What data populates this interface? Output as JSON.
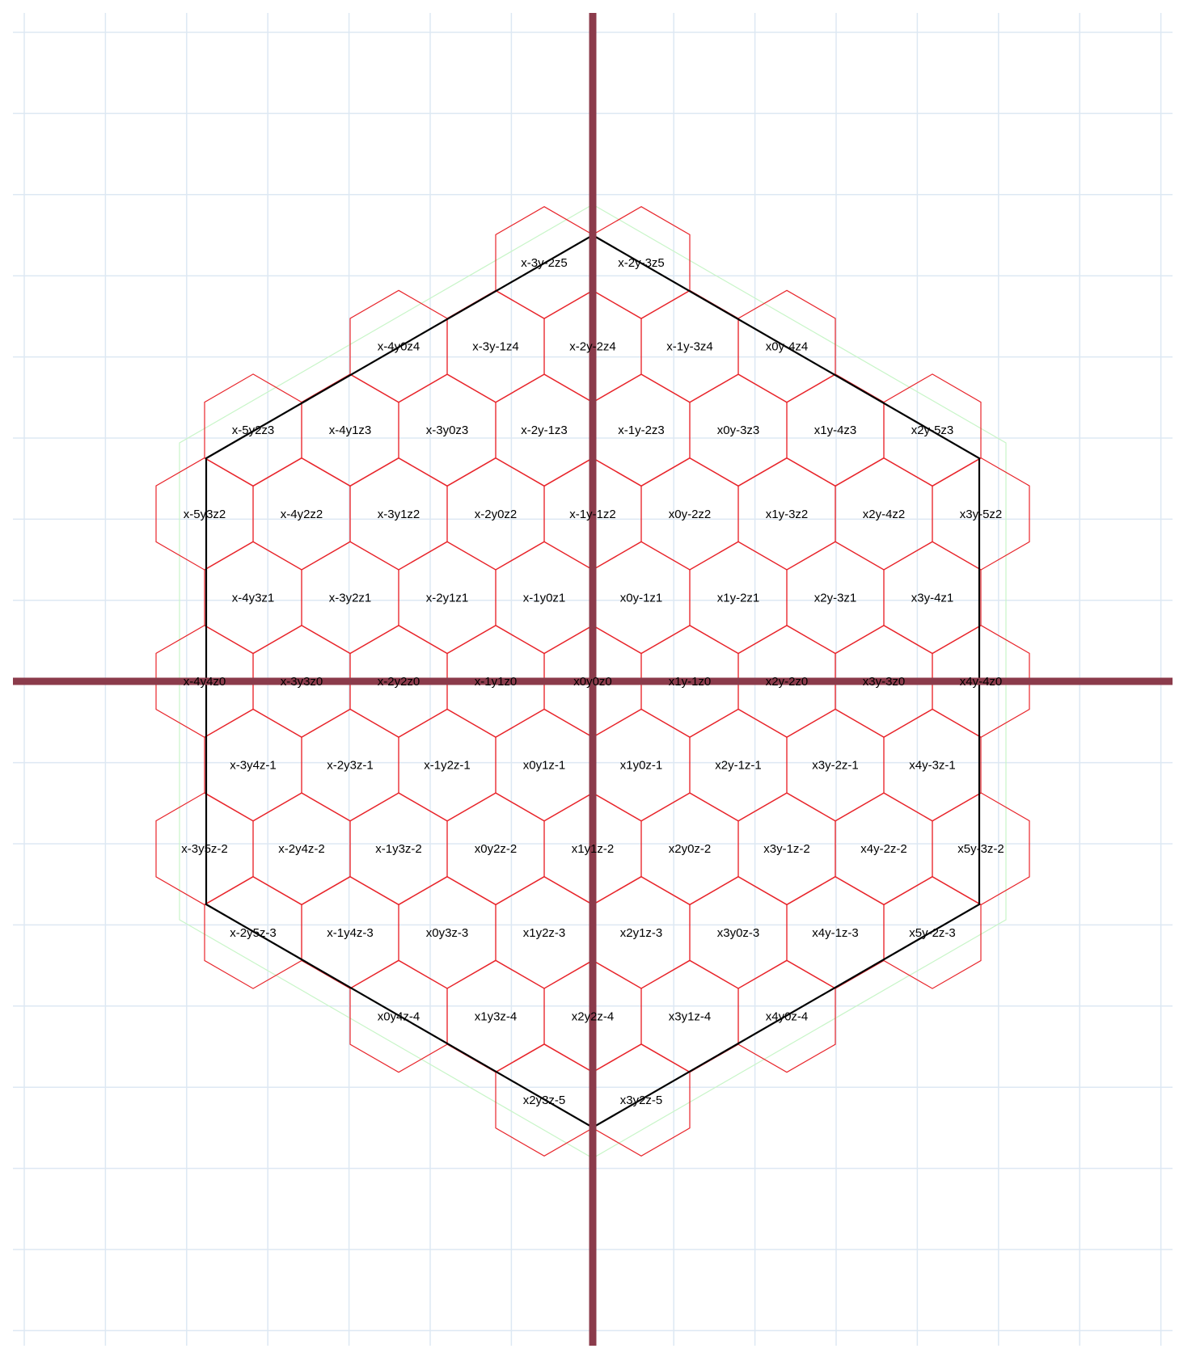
{
  "diagram": {
    "colors": {
      "background": "#ffffff",
      "grid": "#dde8f3",
      "axis": "#8b3b4b",
      "cell_outline": "#e8252b",
      "region_outline": "#000000",
      "guide_outline": "#c8f5c8",
      "label": "#000000"
    },
    "grid_rows": 5,
    "cells": [
      {
        "q": -3,
        "r": -2,
        "s": 5,
        "label": "x-3y-2z5"
      },
      {
        "q": -2,
        "r": -3,
        "s": 5,
        "label": "x-2y-3z5"
      },
      {
        "q": -4,
        "r": 0,
        "s": 4,
        "label": "x-4y0z4"
      },
      {
        "q": -3,
        "r": -1,
        "s": 4,
        "label": "x-3y-1z4"
      },
      {
        "q": -2,
        "r": -2,
        "s": 4,
        "label": "x-2y-2z4"
      },
      {
        "q": -1,
        "r": -3,
        "s": 4,
        "label": "x-1y-3z4"
      },
      {
        "q": 0,
        "r": -4,
        "s": 4,
        "label": "x0y-4z4"
      },
      {
        "q": -5,
        "r": 2,
        "s": 3,
        "label": "x-5y2z3"
      },
      {
        "q": -4,
        "r": 1,
        "s": 3,
        "label": "x-4y1z3"
      },
      {
        "q": -3,
        "r": 0,
        "s": 3,
        "label": "x-3y0z3"
      },
      {
        "q": -2,
        "r": -1,
        "s": 3,
        "label": "x-2y-1z3"
      },
      {
        "q": -1,
        "r": -2,
        "s": 3,
        "label": "x-1y-2z3"
      },
      {
        "q": 0,
        "r": -3,
        "s": 3,
        "label": "x0y-3z3"
      },
      {
        "q": 1,
        "r": -4,
        "s": 3,
        "label": "x1y-4z3"
      },
      {
        "q": 2,
        "r": -5,
        "s": 3,
        "label": "x2y-5z3"
      },
      {
        "q": -5,
        "r": 3,
        "s": 2,
        "label": "x-5y3z2"
      },
      {
        "q": -4,
        "r": 2,
        "s": 2,
        "label": "x-4y2z2"
      },
      {
        "q": -3,
        "r": 1,
        "s": 2,
        "label": "x-3y1z2"
      },
      {
        "q": -2,
        "r": 0,
        "s": 2,
        "label": "x-2y0z2"
      },
      {
        "q": -1,
        "r": -1,
        "s": 2,
        "label": "x-1y-1z2"
      },
      {
        "q": 0,
        "r": -2,
        "s": 2,
        "label": "x0y-2z2"
      },
      {
        "q": 1,
        "r": -3,
        "s": 2,
        "label": "x1y-3z2"
      },
      {
        "q": 2,
        "r": -4,
        "s": 2,
        "label": "x2y-4z2"
      },
      {
        "q": 3,
        "r": -5,
        "s": 2,
        "label": "x3y-5z2"
      },
      {
        "q": -4,
        "r": 3,
        "s": 1,
        "label": "x-4y3z1"
      },
      {
        "q": -3,
        "r": 2,
        "s": 1,
        "label": "x-3y2z1"
      },
      {
        "q": -2,
        "r": 1,
        "s": 1,
        "label": "x-2y1z1"
      },
      {
        "q": -1,
        "r": 0,
        "s": 1,
        "label": "x-1y0z1"
      },
      {
        "q": 0,
        "r": -1,
        "s": 1,
        "label": "x0y-1z1"
      },
      {
        "q": 1,
        "r": -2,
        "s": 1,
        "label": "x1y-2z1"
      },
      {
        "q": 2,
        "r": -3,
        "s": 1,
        "label": "x2y-3z1"
      },
      {
        "q": 3,
        "r": -4,
        "s": 1,
        "label": "x3y-4z1"
      },
      {
        "q": -4,
        "r": 4,
        "s": 0,
        "label": "x-4y4z0"
      },
      {
        "q": -3,
        "r": 3,
        "s": 0,
        "label": "x-3y3z0"
      },
      {
        "q": -2,
        "r": 2,
        "s": 0,
        "label": "x-2y2z0"
      },
      {
        "q": -1,
        "r": 1,
        "s": 0,
        "label": "x-1y1z0"
      },
      {
        "q": 0,
        "r": 0,
        "s": 0,
        "label": "x0y0z0"
      },
      {
        "q": 1,
        "r": -1,
        "s": 0,
        "label": "x1y-1z0"
      },
      {
        "q": 2,
        "r": -2,
        "s": 0,
        "label": "x2y-2z0"
      },
      {
        "q": 3,
        "r": -3,
        "s": 0,
        "label": "x3y-3z0"
      },
      {
        "q": 4,
        "r": -4,
        "s": 0,
        "label": "x4y-4z0"
      },
      {
        "q": -3,
        "r": 4,
        "s": -1,
        "label": "x-3y4z-1"
      },
      {
        "q": -2,
        "r": 3,
        "s": -1,
        "label": "x-2y3z-1"
      },
      {
        "q": -1,
        "r": 2,
        "s": -1,
        "label": "x-1y2z-1"
      },
      {
        "q": 0,
        "r": 1,
        "s": -1,
        "label": "x0y1z-1"
      },
      {
        "q": 1,
        "r": 0,
        "s": -1,
        "label": "x1y0z-1"
      },
      {
        "q": 2,
        "r": -1,
        "s": -1,
        "label": "x2y-1z-1"
      },
      {
        "q": 3,
        "r": -2,
        "s": -1,
        "label": "x3y-2z-1"
      },
      {
        "q": 4,
        "r": -3,
        "s": -1,
        "label": "x4y-3z-1"
      },
      {
        "q": -3,
        "r": 5,
        "s": -2,
        "label": "x-3y5z-2"
      },
      {
        "q": -2,
        "r": 4,
        "s": -2,
        "label": "x-2y4z-2"
      },
      {
        "q": -1,
        "r": 3,
        "s": -2,
        "label": "x-1y3z-2"
      },
      {
        "q": 0,
        "r": 2,
        "s": -2,
        "label": "x0y2z-2"
      },
      {
        "q": 1,
        "r": 1,
        "s": -2,
        "label": "x1y1z-2"
      },
      {
        "q": 2,
        "r": 0,
        "s": -2,
        "label": "x2y0z-2"
      },
      {
        "q": 3,
        "r": -1,
        "s": -2,
        "label": "x3y-1z-2"
      },
      {
        "q": 4,
        "r": -2,
        "s": -2,
        "label": "x4y-2z-2"
      },
      {
        "q": 5,
        "r": -3,
        "s": -2,
        "label": "x5y-3z-2"
      },
      {
        "q": -2,
        "r": 5,
        "s": -3,
        "label": "x-2y5z-3"
      },
      {
        "q": -1,
        "r": 4,
        "s": -3,
        "label": "x-1y4z-3"
      },
      {
        "q": 0,
        "r": 3,
        "s": -3,
        "label": "x0y3z-3"
      },
      {
        "q": 1,
        "r": 2,
        "s": -3,
        "label": "x1y2z-3"
      },
      {
        "q": 2,
        "r": 1,
        "s": -3,
        "label": "x2y1z-3"
      },
      {
        "q": 3,
        "r": 0,
        "s": -3,
        "label": "x3y0z-3"
      },
      {
        "q": 4,
        "r": -1,
        "s": -3,
        "label": "x4y-1z-3"
      },
      {
        "q": 5,
        "r": -2,
        "s": -3,
        "label": "x5y-2z-3"
      },
      {
        "q": 0,
        "r": 4,
        "s": -4,
        "label": "x0y4z-4"
      },
      {
        "q": 1,
        "r": 3,
        "s": -4,
        "label": "x1y3z-4"
      },
      {
        "q": 2,
        "r": 2,
        "s": -4,
        "label": "x2y2z-4"
      },
      {
        "q": 3,
        "r": 1,
        "s": -4,
        "label": "x3y1z-4"
      },
      {
        "q": 4,
        "r": 0,
        "s": -4,
        "label": "x4y0z-4"
      },
      {
        "q": 2,
        "r": 3,
        "s": -5,
        "label": "x2y3z-5"
      },
      {
        "q": 3,
        "r": 2,
        "s": -5,
        "label": "x3y2z-5"
      }
    ]
  }
}
